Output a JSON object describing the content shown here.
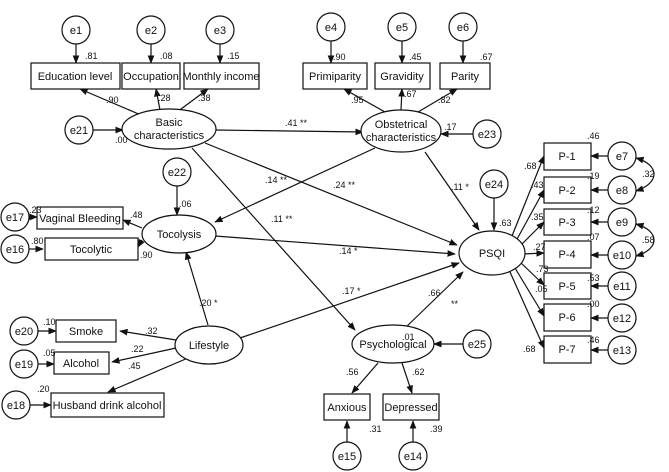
{
  "diagram": {
    "latents": {
      "basic": [
        "Basic",
        "characteristics"
      ],
      "obstetric": [
        "Obstetrical",
        "characteristics"
      ],
      "tocolysis": "Tocolysis",
      "lifestyle": "Lifestyle",
      "psychological": "Psychological",
      "psqi": "PSQI"
    },
    "indicators": {
      "education": "Education level",
      "occupation": "Occupation",
      "income": "Monthly income",
      "primiparity": "Primiparity",
      "gravidity": "Gravidity",
      "parity": "Parity",
      "vaginal": "Vaginal Bleeding",
      "tocolytic": "Tocolytic",
      "smoke": "Smoke",
      "alcohol": "Alcohol",
      "husband": "Husband drink alcohol",
      "anxious": "Anxious",
      "depressed": "Depressed",
      "p1": "P-1",
      "p2": "P-2",
      "p3": "P-3",
      "p4": "P-4",
      "p5": "P-5",
      "p6": "P-6",
      "p7": "P-7"
    },
    "errors": {
      "e1": "e1",
      "e2": "e2",
      "e3": "e3",
      "e4": "e4",
      "e5": "e5",
      "e6": "e6",
      "e7": "e7",
      "e8": "e8",
      "e9": "e9",
      "e10": "e10",
      "e11": "e11",
      "e12": "e12",
      "e13": "e13",
      "e14": "e14",
      "e15": "e15",
      "e16": "e16",
      "e17": "e17",
      "e18": "e18",
      "e19": "e19",
      "e20": "e20",
      "e21": "e21",
      "e22": "e22",
      "e23": "e23",
      "e24": "e24",
      "e25": "e25"
    },
    "r2": {
      "education": ".81",
      "occupation": ".08",
      "income": ".15",
      "primiparity": ".90",
      "gravidity": ".45",
      "parity": ".67",
      "vaginal": ".23",
      "tocolytic": ".80",
      "smoke": ".10",
      "alcohol": ".05",
      "husband": ".20",
      "anxious": ".31",
      "depressed": ".39",
      "p1": ".46",
      "p2": ".19",
      "p3": ".12",
      "p4": ".07",
      "p5": ".53",
      "p6": ".00",
      "p7": ".46",
      "basic": ".00",
      "tocolysis": ".06",
      "obstetric": ".17",
      "psqi": ".63",
      "psychological": ".01"
    },
    "loadings": {
      "education": ".90",
      "occupation": ".28",
      "income": ".38",
      "primiparity": ".95",
      "gravidity": ".67",
      "parity": ".82",
      "vaginal": ".48",
      "tocolytic": ".90",
      "smoke": ".32",
      "alcohol": ".22",
      "husband": ".45",
      "anxious": ".56",
      "depressed": ".62",
      "p1": ".68",
      "p2": ".43",
      "p3": ".35",
      "p4": ".27",
      "p5": ".73",
      "p6": ".05",
      "p7": ".68"
    },
    "paths": {
      "basic_obstetric": ".41 **",
      "basic_psqi": ".24 **",
      "basic_psychological": ".11 **",
      "obstetric_tocolysis": ".14 **",
      "obstetric_psqi": ".11 *",
      "tocolysis_psqi": ".14 *",
      "lifestyle_tocolysis": ".20 *",
      "lifestyle_psqi": ".17 *",
      "psychological_psqi_value": ".66",
      "psychological_psqi_sig": "**"
    },
    "covariances": {
      "e7_e8": ".32",
      "e9_e10": ".58"
    },
    "colors": {
      "stroke": "#111111",
      "background": "#ffffff"
    }
  }
}
